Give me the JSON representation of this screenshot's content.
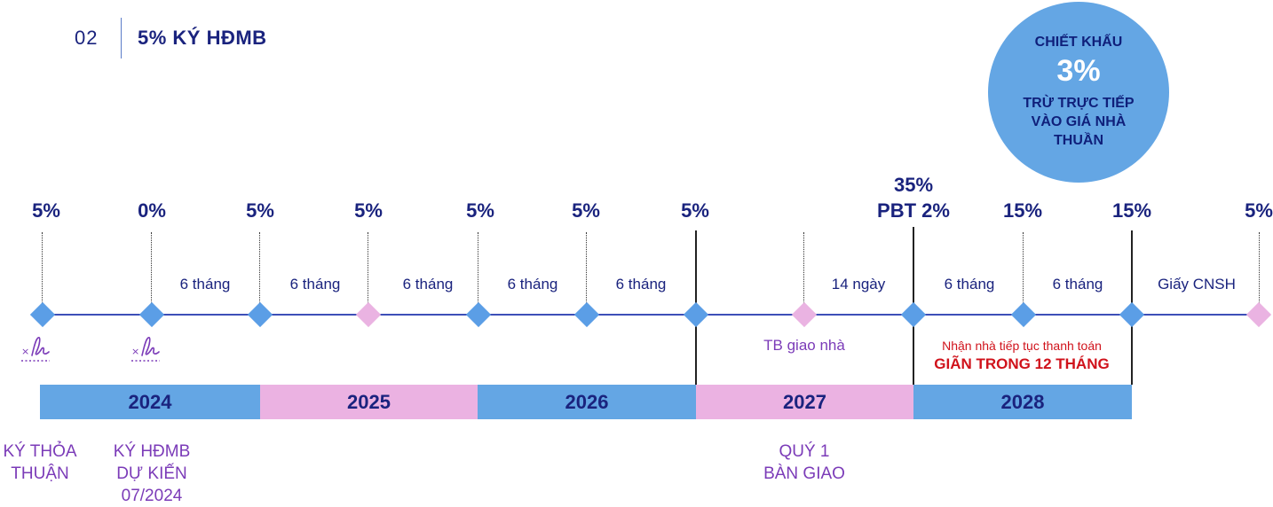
{
  "header": {
    "number": "02",
    "title": "5% KÝ HĐMB"
  },
  "discount": {
    "line1": "CHIẾT KHẤU",
    "value": "3%",
    "line2": "TRỪ TRỰC TIẾP VÀO GIÁ NHÀ THUẦN"
  },
  "percent_labels": {
    "p1": "5%",
    "p2": "0%",
    "p3": "5%",
    "p4": "5%",
    "p5": "5%",
    "p6": "5%",
    "p7": "5%",
    "p8_line1": "35%",
    "p8_line2": "PBT 2%",
    "p9": "15%",
    "p10": "15%",
    "p11": "5%"
  },
  "periods": {
    "g2": "6 tháng",
    "g3": "6 tháng",
    "g4": "6 tháng",
    "g5": "6 tháng",
    "g6": "6 tháng",
    "g8": "14 ngày",
    "g9": "6 tháng",
    "g10": "6 tháng",
    "g11": "Giấy CNSH"
  },
  "sign_icon": "signature-icon",
  "years": {
    "y2024": "2024",
    "y2025": "2025",
    "y2026": "2026",
    "y2027": "2027",
    "y2028": "2028"
  },
  "notes": {
    "handover_notice": "TB giao nhà",
    "receive_line1": "Nhận nhà tiếp tục thanh toán",
    "receive_line2": "GIÃN TRONG 12 THÁNG"
  },
  "bottom": {
    "b1_line1": "KÝ THỎA",
    "b1_line2": "THUẬN",
    "b2_line1": "KÝ HĐMB",
    "b2_line2": "DỰ KIẾN",
    "b2_line3": "07/2024",
    "b3_line1": "QUÝ 1",
    "b3_line2": "BÀN GIAO"
  },
  "colors": {
    "navy": "#1a237e",
    "blue": "#64a6e4",
    "pink": "#ebb2e2",
    "purple": "#7b3bb8",
    "red": "#d0121b"
  }
}
